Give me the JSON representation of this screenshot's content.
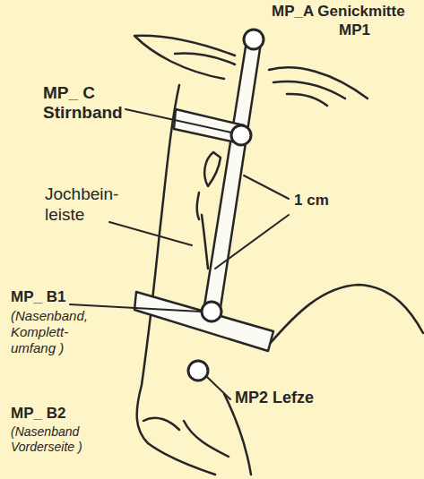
{
  "diagram": {
    "labels": [
      "MP_A Genickmitte",
      "MP1",
      "MP_ C",
      "Stirnband",
      "Jochbein- leiste",
      "1 cm",
      "MP_ B1",
      "(Nasenband, Komplett- umfang )",
      "MP_ B2",
      "(Nasenband Vorderseite )",
      "MP2 Lefze"
    ]
  }
}
